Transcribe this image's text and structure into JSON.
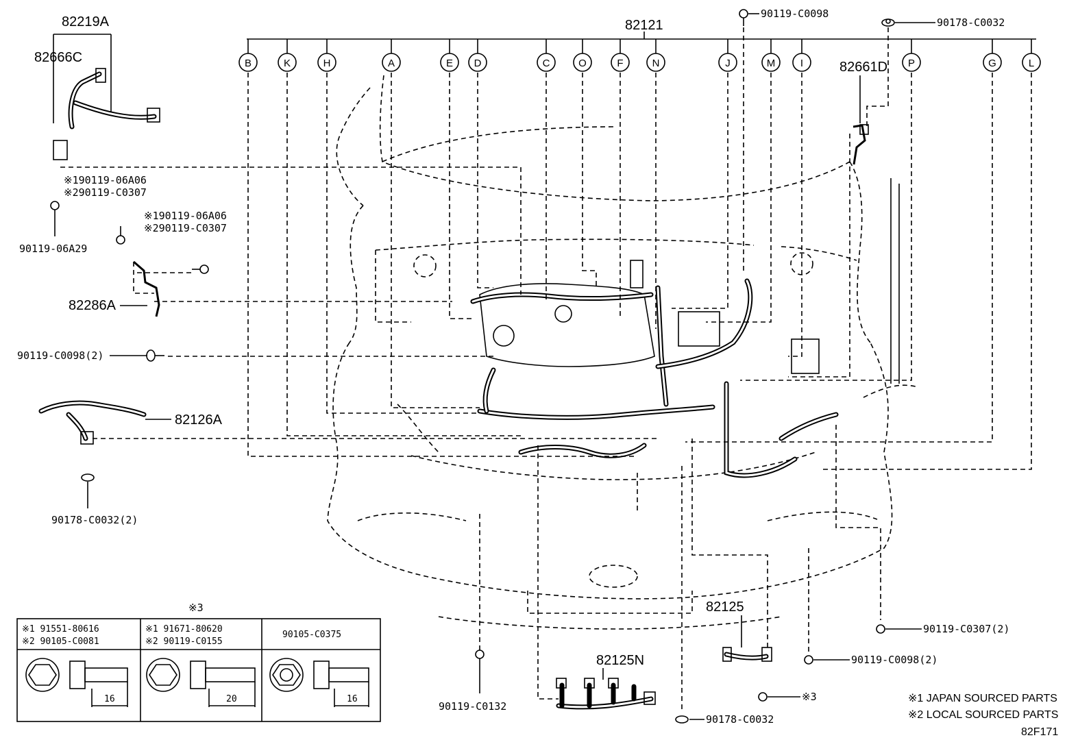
{
  "parts": {
    "main_harness": "82121",
    "wire_82219a": "82219A",
    "wire_82666c": "82666C",
    "bracket_82286a": "82286A",
    "wire_82126a": "82126A",
    "wire_82661d": "82661D",
    "wire_82125": "82125",
    "wire_82125n": "82125N"
  },
  "fasteners": {
    "f_top1": "90119-C0098",
    "f_top2": "90178-C0032",
    "f_left_a": "※190119-06A06",
    "f_left_b": "※290119-C0307",
    "f_left_c": "90119-06A29",
    "f_left_d": "※190119-06A06",
    "f_left_e": "※290119-C0307",
    "f_left_f": "90119-C0098(2)",
    "f_left_g": "90178-C0032(2)",
    "f_bot1": "90119-C0132",
    "f_bot2": "90178-C0032",
    "f_bot3": "※3",
    "f_right1": "90119-C0307(2)",
    "f_right2": "90119-C0098(2)"
  },
  "balloons": [
    "B",
    "K",
    "H",
    "A",
    "E",
    "D",
    "C",
    "O",
    "F",
    "N",
    "J",
    "M",
    "I",
    "P",
    "G",
    "L"
  ],
  "legend": {
    "header": "※3",
    "col1_line1": "※1 91551-80616",
    "col1_line2": "※2 90105-C0081",
    "col1_dim": "16",
    "col2_line1": "※1 91671-80620",
    "col2_line2": "※2 90119-C0155",
    "col2_dim": "20",
    "col3_line1": "90105-C0375",
    "col3_dim": "16"
  },
  "notes": {
    "note1": "※1 JAPAN SOURCED PARTS",
    "note2": "※2 LOCAL SOURCED PARTS",
    "figure_code": "82F171"
  }
}
